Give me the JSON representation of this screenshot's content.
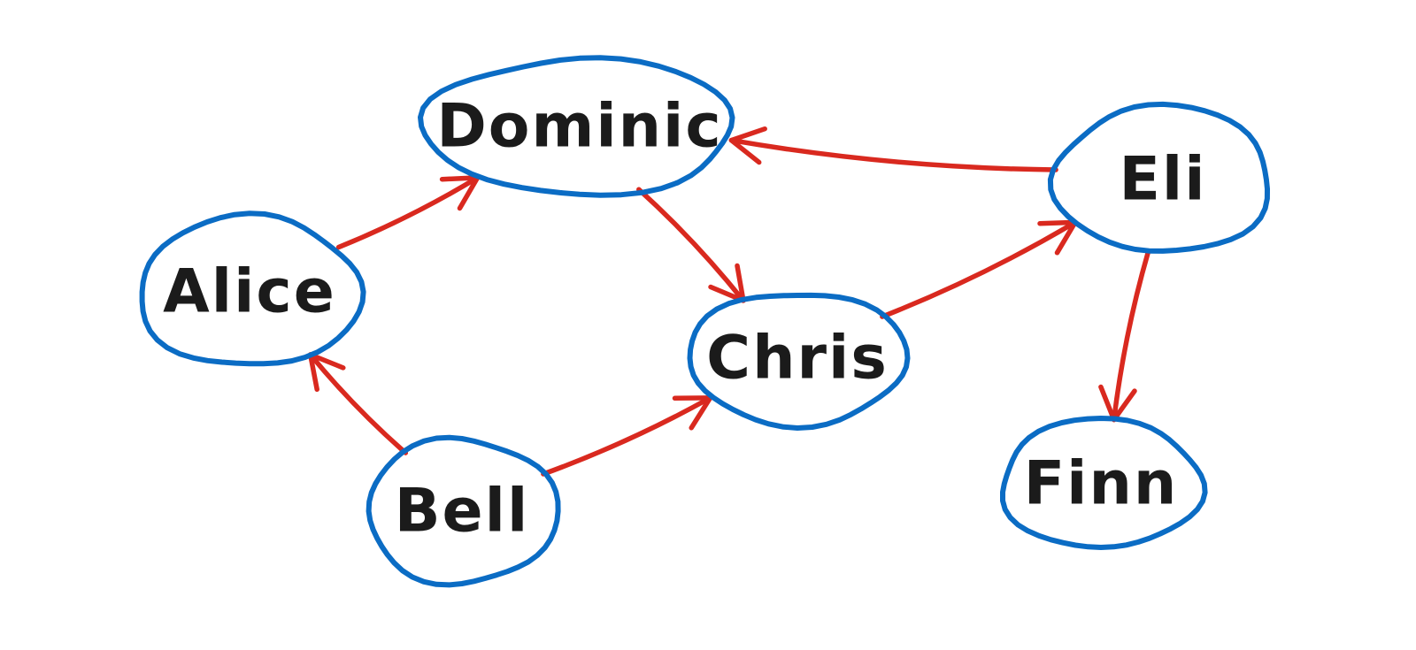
{
  "colors": {
    "node_outline": "#0b6cc4",
    "edge": "#d9291f",
    "label": "#1b1b1b",
    "background": "#ffffff"
  },
  "nodes": [
    {
      "id": "alice",
      "label": "Alice"
    },
    {
      "id": "bell",
      "label": "Bell"
    },
    {
      "id": "chris",
      "label": "Chris"
    },
    {
      "id": "dominic",
      "label": "Dominic"
    },
    {
      "id": "eli",
      "label": "Eli"
    },
    {
      "id": "finn",
      "label": "Finn"
    }
  ],
  "edges": [
    {
      "from": "alice",
      "to": "dominic"
    },
    {
      "from": "bell",
      "to": "alice"
    },
    {
      "from": "bell",
      "to": "chris"
    },
    {
      "from": "dominic",
      "to": "chris"
    },
    {
      "from": "chris",
      "to": "eli"
    },
    {
      "from": "eli",
      "to": "dominic"
    },
    {
      "from": "eli",
      "to": "finn"
    }
  ]
}
